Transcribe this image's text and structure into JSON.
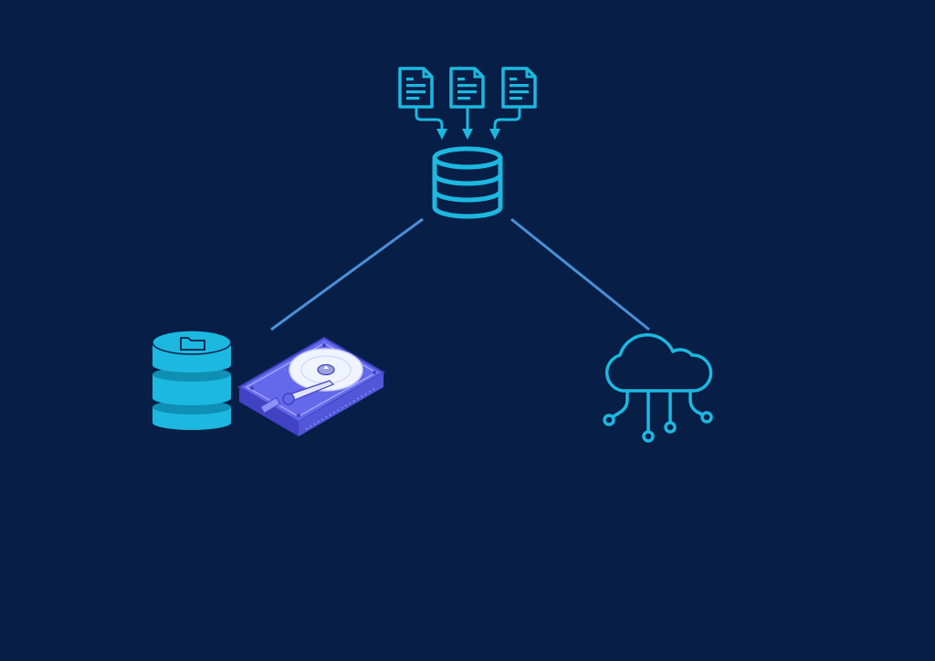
{
  "diagram": {
    "nodes": [
      {
        "id": "source-documents",
        "icon": "document-icon",
        "count": 3
      },
      {
        "id": "central-database",
        "icon": "database-icon"
      },
      {
        "id": "local-storage",
        "icon": "folder-database-icon"
      },
      {
        "id": "hard-drive",
        "icon": "hard-drive-icon"
      },
      {
        "id": "cloud-storage",
        "icon": "cloud-network-icon"
      }
    ],
    "edges": [
      {
        "from": "source-documents",
        "to": "central-database",
        "style": "arrow"
      },
      {
        "from": "central-database",
        "to": "local-storage",
        "style": "line"
      },
      {
        "from": "central-database",
        "to": "cloud-storage",
        "style": "line"
      }
    ]
  },
  "colors": {
    "background": "#071f47",
    "icon_cyan": "#1cb8e0",
    "icon_cyan_dark": "#0f8fb4",
    "connector": "#4a8fd8",
    "drive_body": "#6468ea",
    "drive_edge": "#3f43c4",
    "drive_platter": "#f0f4ff"
  }
}
